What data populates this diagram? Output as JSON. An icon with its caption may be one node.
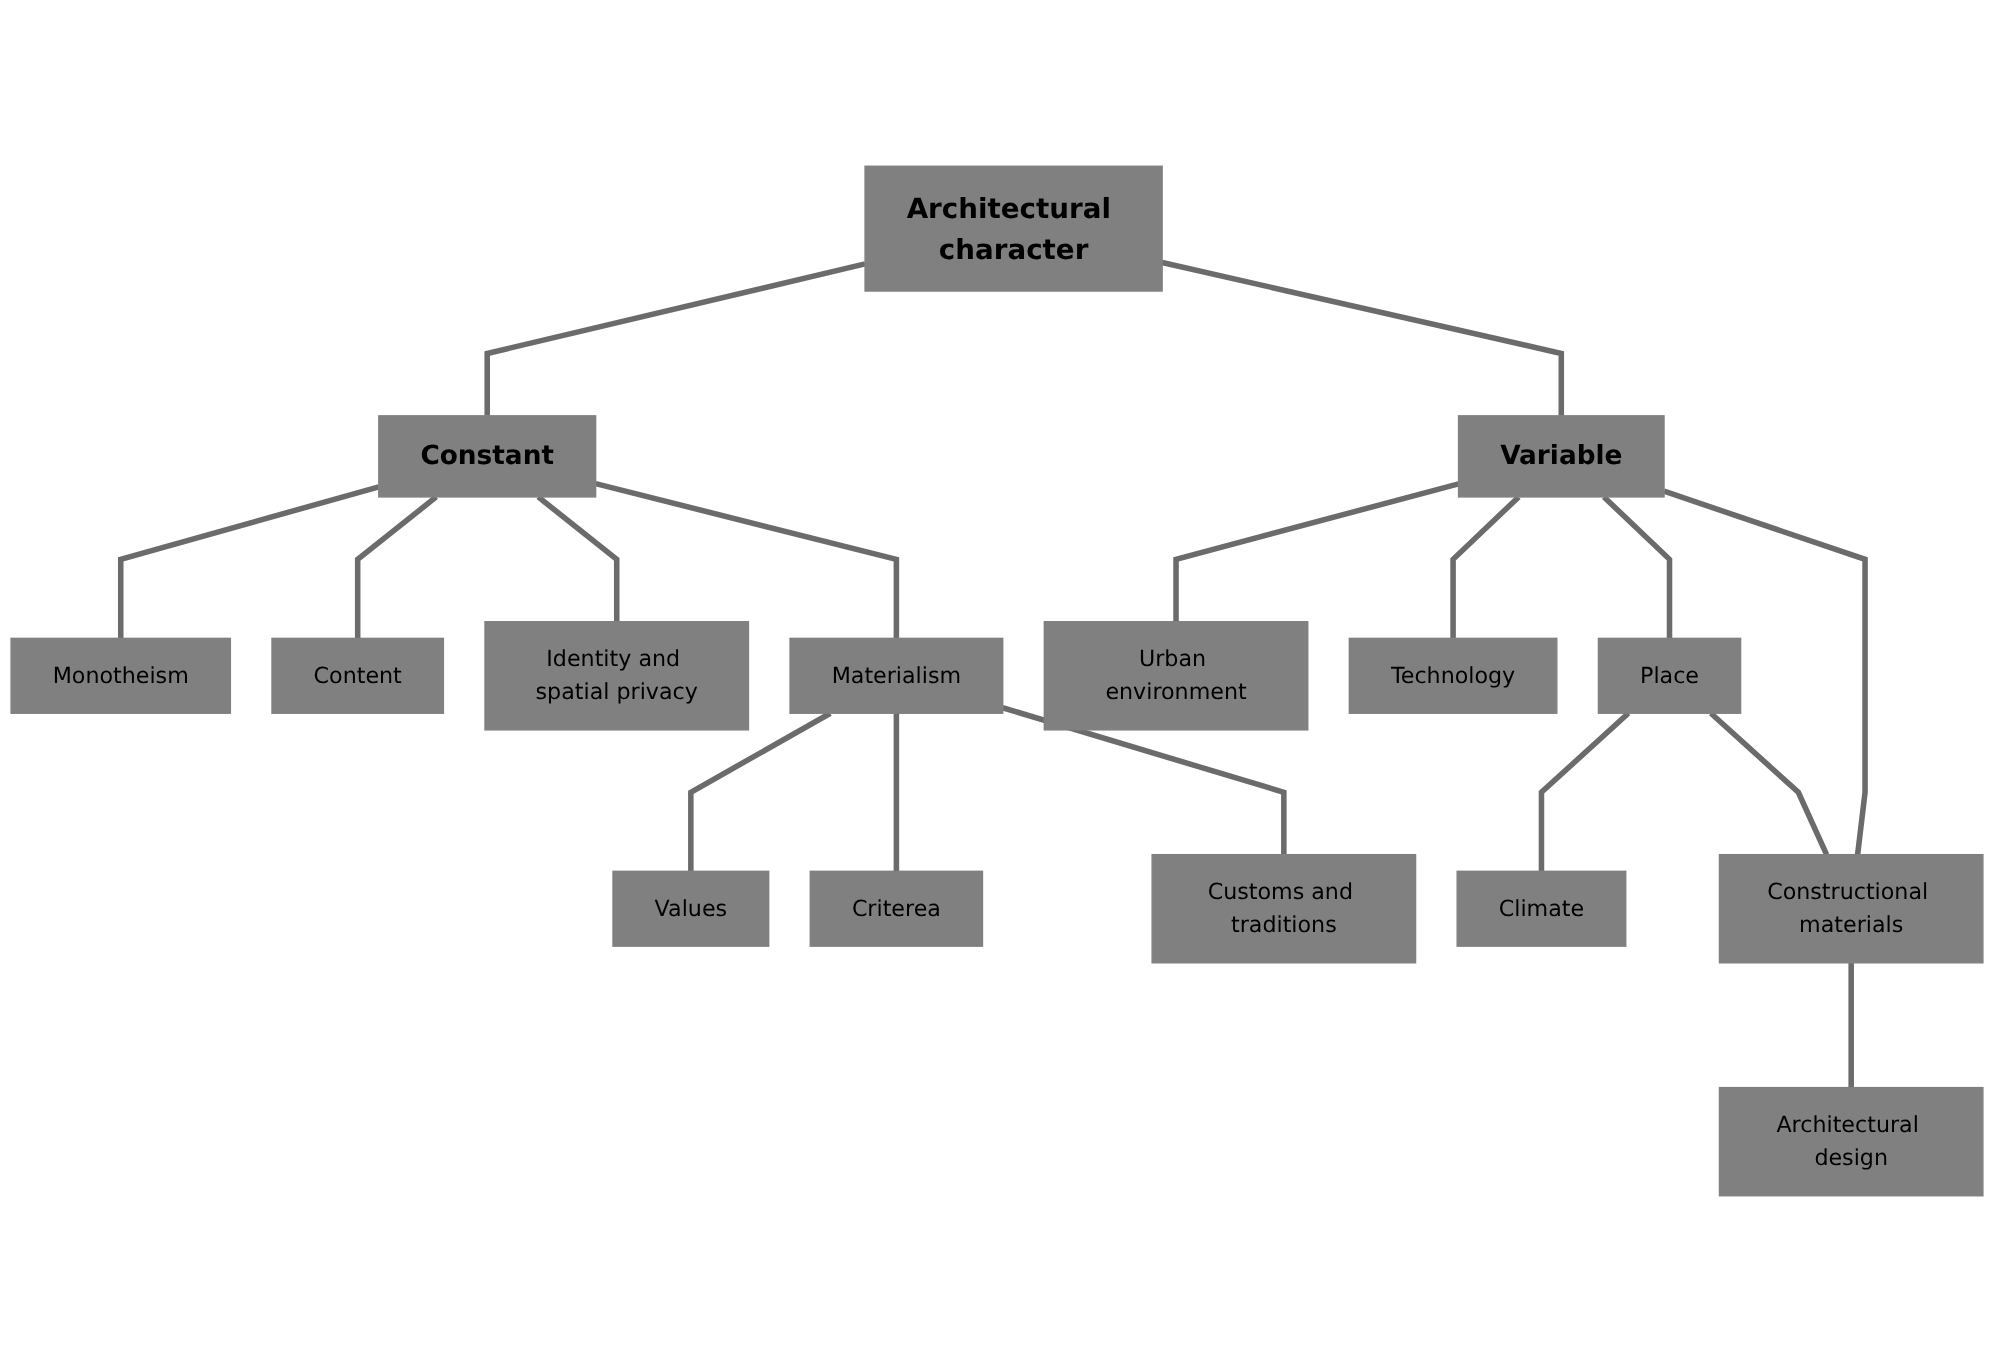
{
  "diagram": {
    "nodes": [
      {
        "text": [
          "Architectural character"
        ]
      },
      {
        "text": [
          "Constant"
        ]
      },
      {
        "text": [
          "Variable"
        ]
      },
      {
        "text": [
          "Monotheism"
        ]
      },
      {
        "text": [
          "Content"
        ]
      },
      {
        "text": [
          "Place"
        ]
      },
      {
        "text": [
          "Urban environment"
        ]
      },
      {
        "text": [
          "Materialism"
        ]
      },
      {
        "text": [
          "Identity and spatial privacy"
        ]
      },
      {
        "text": [
          "Climate"
        ]
      },
      {
        "text": [
          "Constructional materials"
        ]
      },
      {
        "text": [
          "Values"
        ]
      },
      {
        "text": [
          "Customs and traditions"
        ]
      },
      {
        "text": [
          "Architectural design"
        ]
      },
      {
        "text": [
          "Technology"
        ]
      },
      {
        "text": [
          "Criterea"
        ]
      }
    ],
    "edges": [
      {
        "from": 0,
        "to": 1,
        "arrow": "none"
      },
      {
        "from": 0,
        "to": 2,
        "arrow": "none"
      },
      {
        "from": 1,
        "to": 3,
        "arrow": "none"
      },
      {
        "from": 1,
        "to": 4,
        "arrow": "none"
      },
      {
        "from": 1,
        "to": 8,
        "arrow": "none"
      },
      {
        "from": 1,
        "to": 7,
        "arrow": "none"
      },
      {
        "from": 7,
        "to": 11,
        "arrow": "none"
      },
      {
        "from": 7,
        "to": 15,
        "arrow": "none"
      },
      {
        "from": 7,
        "to": 12,
        "arrow": "none"
      },
      {
        "from": 2,
        "to": 6,
        "arrow": "none"
      },
      {
        "from": 2,
        "to": 14,
        "arrow": "none"
      },
      {
        "from": 2,
        "to": 5,
        "arrow": "none"
      },
      {
        "from": 2,
        "to": 10,
        "arrow": "none"
      },
      {
        "from": 5,
        "to": 9,
        "arrow": "none"
      },
      {
        "from": 5,
        "to": 10,
        "arrow": "none"
      },
      {
        "from": 10,
        "to": 13,
        "arrow": "none"
      }
    ]
  }
}
